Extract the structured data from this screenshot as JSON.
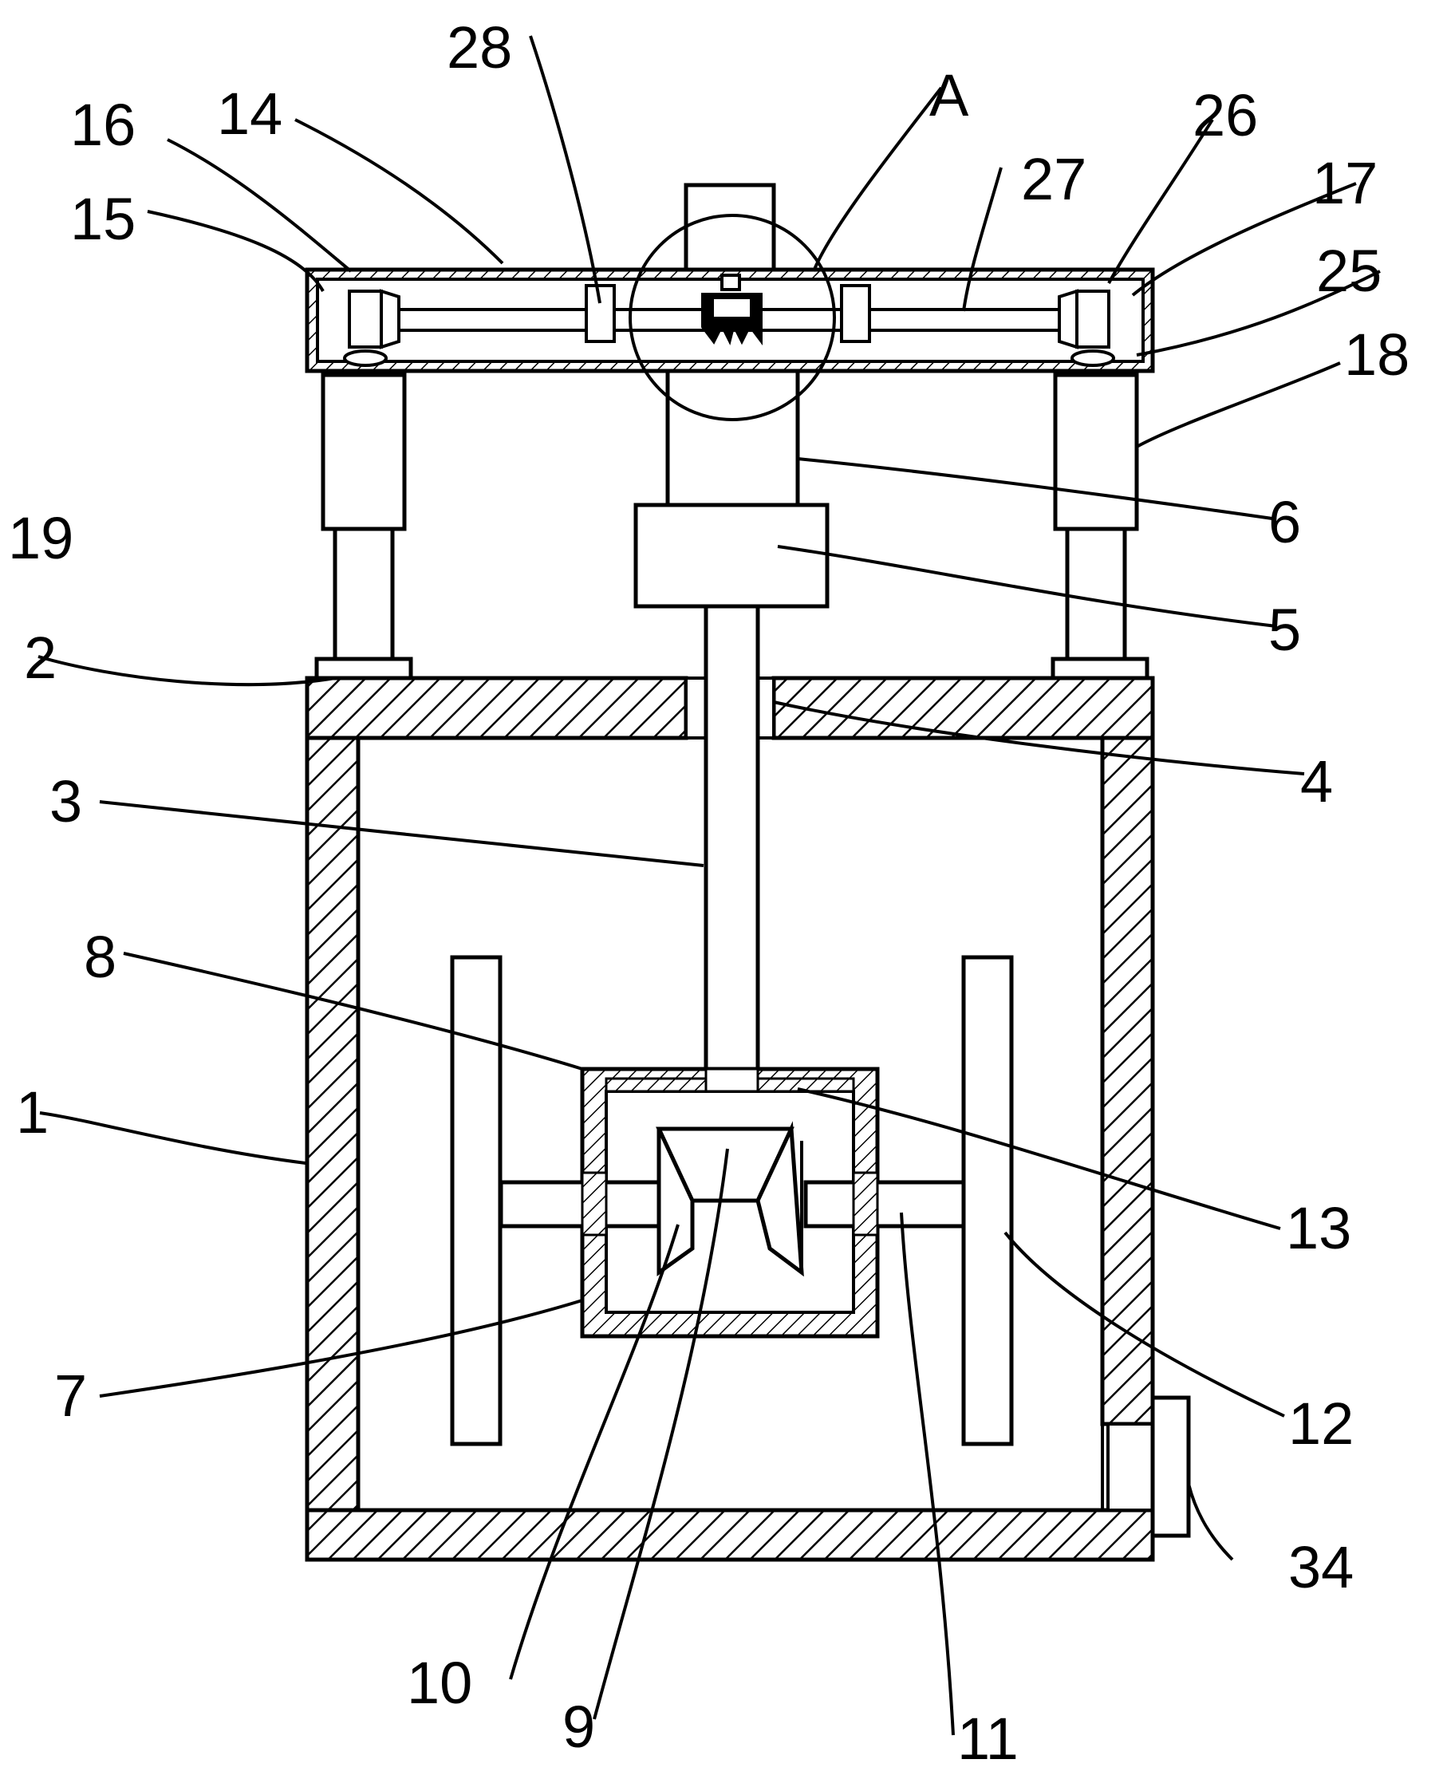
{
  "labels": {
    "l1": "1",
    "l2": "2",
    "l3": "3",
    "l4": "4",
    "l5": "5",
    "l6": "6",
    "l7": "7",
    "l8": "8",
    "l9": "9",
    "l10": "10",
    "l11": "11",
    "l12": "12",
    "l13": "13",
    "l14": "14",
    "l15": "15",
    "l16": "16",
    "l17": "17",
    "l18": "18",
    "l19": "19",
    "l25": "25",
    "l26": "26",
    "l27": "27",
    "l28": "28",
    "l34": "34",
    "lA": "A"
  }
}
